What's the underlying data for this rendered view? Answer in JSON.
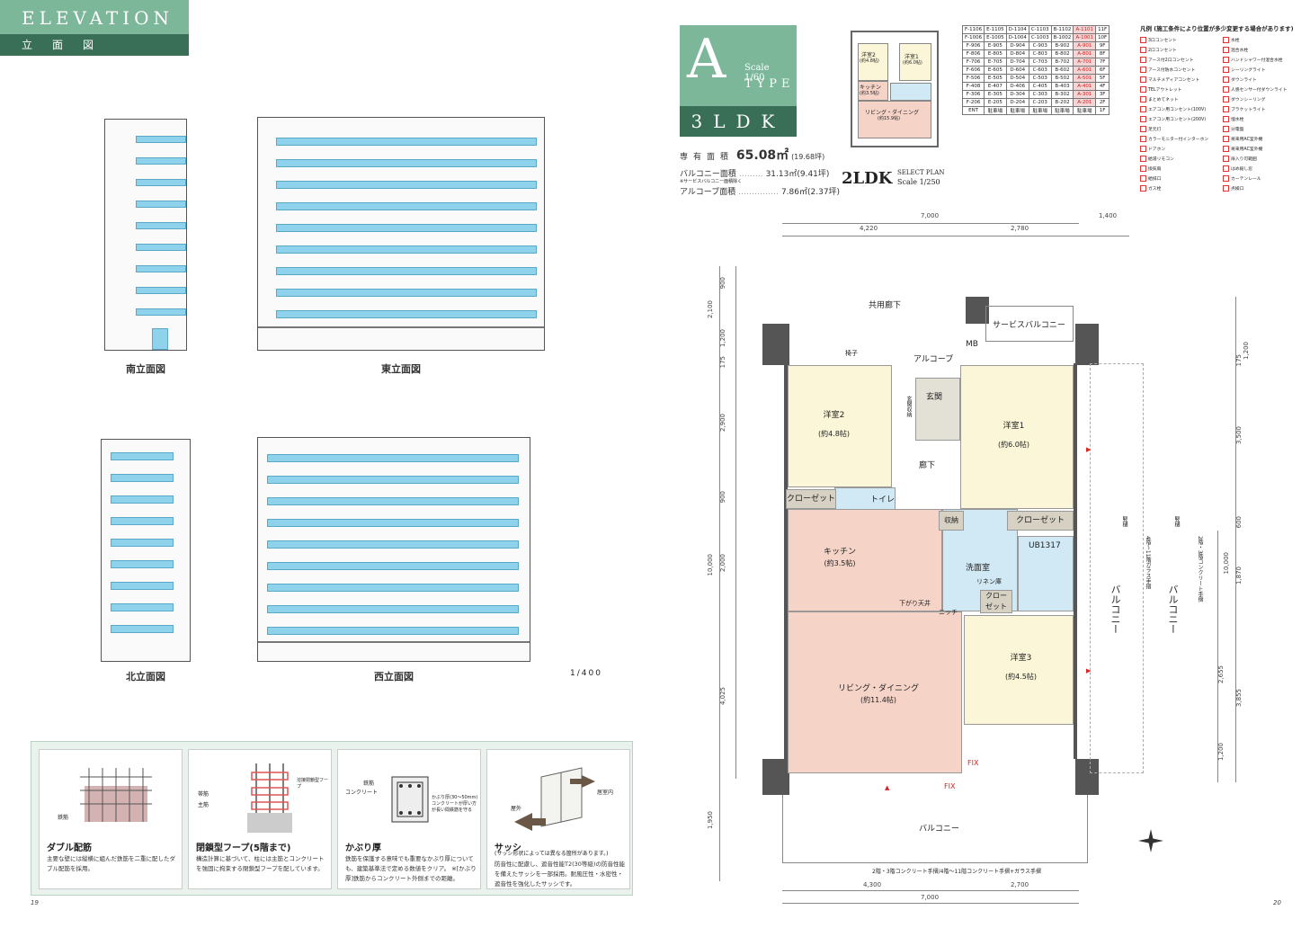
{
  "left_page": {
    "header_en": "ELEVATION",
    "header_jp": "立面図",
    "labels": {
      "south": "南立面図",
      "east": "東立面図",
      "north": "北立面図",
      "west": "西立面図"
    },
    "scale": "1/400",
    "page_number": "19"
  },
  "features": [
    {
      "title": "ダブル配筋",
      "text": "主要な壁には縦横に組んだ鉄筋を二重に配したダブル配筋を採用。",
      "callouts": [
        "鉄筋"
      ]
    },
    {
      "title": "閉鎖型フープ(5階まで)",
      "text": "構造計算に基づいて、柱には主筋とコンクリートを強固に拘束する閉鎖型フープを配しています。",
      "callouts": [
        "帯筋",
        "主筋",
        "溶接閉鎖型フープ"
      ]
    },
    {
      "title": "かぶり厚",
      "text": "鉄筋を保護する意味でも重要なかぶり厚についても、建築基準法で定める数値をクリア。 ※[かぶり厚]鉄筋からコンクリート外側までの距離。",
      "callouts": [
        "鉄筋",
        "コンクリート",
        "かぶり厚(30〜50mm)コンクリートが厚い方が長い間鉄筋を守る"
      ]
    },
    {
      "title": "サッシ",
      "subtitle": "(サッシ形状によっては異なる箇所があります。)",
      "text": "防音性に配慮し、遮音性能T2(30等級)の防音性能を備えたサッシを一部採用。耐風圧性・水密性・遮音性を強化したサッシです。",
      "callouts": [
        "居室内",
        "屋外"
      ]
    }
  ],
  "right_page": {
    "type_letter": "A",
    "scale": "Scale　1/60",
    "type_word": "TYPE",
    "ldk": "3LDK",
    "area_label": "専有面積",
    "area_value": "65.08㎡",
    "area_tsubo": "(19.68坪)",
    "balcony_label": "バルコニー面積",
    "balcony_value": "31.13㎡(9.41坪)",
    "balcony_note": "※サービスバルコニー面積除く",
    "alcove_label": "アルコーブ面積",
    "alcove_value": "7.86㎡(2.37坪)",
    "select_plan": "2LDK",
    "select_plan_sub1": "SELECT PLAN",
    "select_plan_sub2": "Scale 1/250",
    "page_number": "20",
    "mini_plan": {
      "r1": "洋室2",
      "r1s": "(約4.8帖)",
      "r2": "洋室1",
      "r2s": "(約6.0帖)",
      "r3": "キッチン",
      "r3s": "(約3.5帖)",
      "r4": "リビング・ダイニング",
      "r4s": "(約15.9帖)"
    }
  },
  "floor_table": [
    [
      "F-1106",
      "E-1105",
      "D-1104",
      "C-1103",
      "B-1102",
      "A-1101",
      "11F"
    ],
    [
      "F-1006",
      "E-1005",
      "D-1004",
      "C-1003",
      "B-1002",
      "A-1001",
      "10F"
    ],
    [
      "F-906",
      "E-905",
      "D-904",
      "C-903",
      "B-902",
      "A-901",
      "9F"
    ],
    [
      "F-806",
      "E-805",
      "D-804",
      "C-803",
      "B-802",
      "A-801",
      "8F"
    ],
    [
      "F-706",
      "E-705",
      "D-704",
      "C-703",
      "B-702",
      "A-701",
      "7F"
    ],
    [
      "F-606",
      "E-605",
      "D-604",
      "C-603",
      "B-602",
      "A-601",
      "6F"
    ],
    [
      "F-506",
      "E-505",
      "D-504",
      "C-503",
      "B-502",
      "A-501",
      "5F"
    ],
    [
      "F-408",
      "E-407",
      "D-406",
      "C-405",
      "B-403",
      "A-401",
      "4F"
    ],
    [
      "F-306",
      "E-305",
      "D-304",
      "C-303",
      "B-302",
      "A-301",
      "3F"
    ],
    [
      "F-206",
      "E-205",
      "D-204",
      "C-203",
      "B-202",
      "A-201",
      "2F"
    ],
    [
      "ENT",
      "駐車場",
      "駐車場",
      "駐車場",
      "駐車場",
      "駐車場",
      "1F"
    ]
  ],
  "legend": {
    "title": "凡例 (施工条件により位置が多少変更する場合があります)",
    "items": [
      "3口コンセント",
      "水栓",
      "2口コンセント",
      "混合水栓",
      "アース付2口コンセント",
      "ハンドシャワー付混合水栓",
      "アース付防水コンセント",
      "シーリングライト",
      "マルチメディアコンセント",
      "ダウンライト",
      "TELアウトレット",
      "人感センサー付ダウンライト",
      "まとめてネット",
      "ダウンシーリング",
      "エアコン用コンセント(100V)",
      "ブラケットライト",
      "エアコン用コンセント(200V)",
      "埋水栓",
      "足元灯",
      "分電盤",
      "カラーモニター付インターホン",
      "将来用AC室外機",
      "ドアホン",
      "将来用AC室外機",
      "給湯リモコン",
      "扉入り可範囲",
      "換気扇",
      "はめ殺し窓",
      "給排口",
      "カーテンレール",
      "ガス栓",
      "点検口"
    ]
  },
  "plan": {
    "rooms": {
      "hall_common": "共用廊下",
      "service_balcony": "サービスバルコニー",
      "alcove": "アルコーブ",
      "mb": "MB",
      "chair": "椅子",
      "genkan": "玄関",
      "genkan_storage": "玄関収納",
      "room2": "洋室2",
      "room2s": "(約4.8帖)",
      "room1": "洋室1",
      "room1s": "(約6.0帖)",
      "hallway": "廊下",
      "closet1": "クローゼット",
      "toilet": "トイレ",
      "storage": "収納",
      "closet2": "クローゼット",
      "kitchen": "キッチン",
      "kitchens": "(約3.5帖)",
      "washroom": "洗面室",
      "ub": "UB1317",
      "linen": "リネン庫",
      "closet3": "クロー\nゼット",
      "niche": "ニッチ",
      "shita": "下がり天井",
      "living": "リビング・ダイニング",
      "livings": "(約11.4帖)",
      "room3": "洋室3",
      "room3s": "(約4.5帖)",
      "balcony_side1": "バルコニー",
      "balcony_side2": "バルコニー",
      "balcony_bottom": "バルコニー",
      "fix1": "FIX",
      "fix2": "FIX",
      "glass_rail": "4階〜11階ガラス手摺",
      "conc_rail": "2階・3階コンクリート手摺",
      "bottom_rail": "2階・3階コンクリート手摺/4階〜11階コンクリート手摺+ガラス手摺",
      "gutter1": "竪樋",
      "gutter2": "竪樋"
    },
    "dims_top": {
      "total": "7,000",
      "a": "4,220",
      "b": "2,780",
      "c": "1,400"
    },
    "dims_bottom": {
      "a": "4,300",
      "b": "2,700",
      "total": "7,000"
    },
    "dims_left": [
      "900",
      "2,100",
      "1,200",
      "175",
      "2,900",
      "900",
      "2,000",
      "10,000",
      "4,025",
      "1,950"
    ],
    "dims_right": [
      "1,200",
      "175",
      "3,500",
      "600",
      "1,870",
      "10,000",
      "2,655",
      "3,855",
      "1,200"
    ]
  },
  "colors": {
    "green": "#7cb79a",
    "dark_green": "#3a6f57",
    "living_fill": "#f6d3c7",
    "room_fill": "#fbf6d8",
    "wet_fill": "#d1e9f5",
    "red_mark": "#d22222"
  }
}
